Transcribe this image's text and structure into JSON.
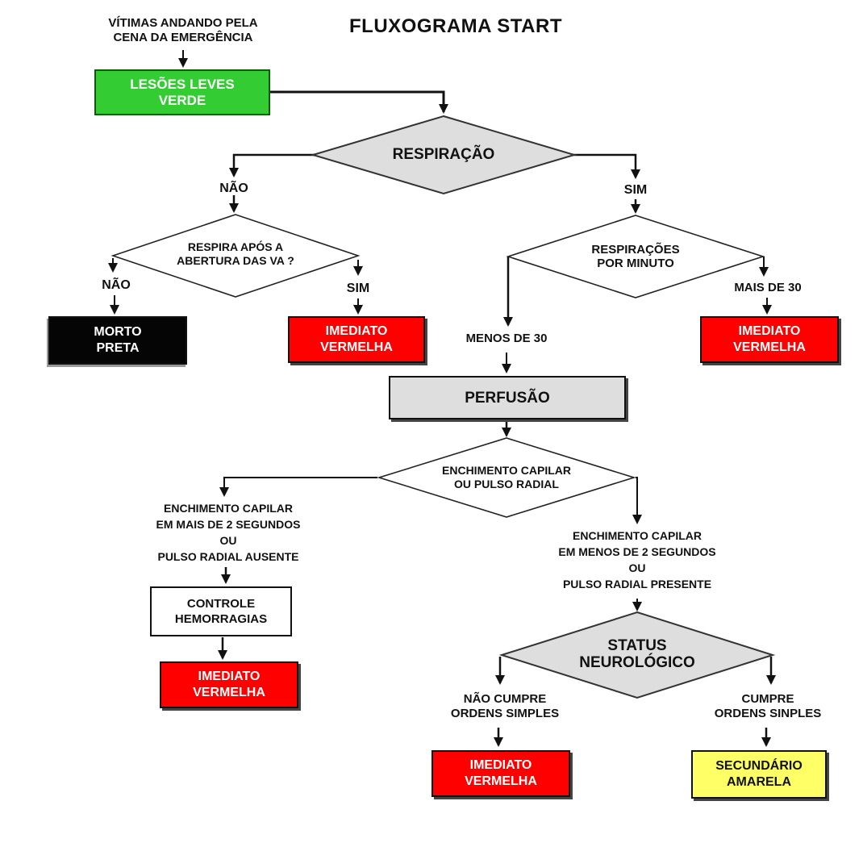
{
  "title": "FLUXOGRAMA START",
  "colors": {
    "green": "#33CC33",
    "red": "#FE0000",
    "yellow": "#FFFF66",
    "gray_fill": "#DEDEDE",
    "black": "#050505",
    "line": "#111111"
  },
  "nodes": {
    "start_label": {
      "line1": "VÍTIMAS ANDANDO  PELA",
      "line2": "CENA DA EMERGÊNCIA"
    },
    "green_box": {
      "line1": "LESÕES LEVES",
      "line2": "VERDE"
    },
    "d_respiracao": {
      "label": "RESPIRAÇÃO"
    },
    "d_respira_apos": {
      "line1": "RESPIRA APÓS A",
      "line2": "ABERTURA DAS VA ?"
    },
    "d_respiracoes_minuto": {
      "line1": "RESPIRAÇÕES",
      "line2": "POR MINUTO"
    },
    "morto_box": {
      "line1": "MORTO",
      "line2": "PRETA"
    },
    "imediato_box1": {
      "line1": "IMEDIATO",
      "line2": "VERMELHA"
    },
    "imediato_box2": {
      "line1": "IMEDIATO",
      "line2": "VERMELHA"
    },
    "perfusao_box": {
      "label": "PERFUSÃO"
    },
    "d_enchimento": {
      "line1": "ENCHIMENTO CAPILAR",
      "line2": "OU PULSO RADIAL"
    },
    "left_condition": {
      "line1": "ENCHIMENTO CAPILAR",
      "line2": "EM MAIS DE 2 SEGUNDOS",
      "line3": "OU",
      "line4": "PULSO RADIAL AUSENTE"
    },
    "controle_box": {
      "line1": "CONTROLE",
      "line2": "HEMORRAGIAS"
    },
    "imediato_box3": {
      "line1": "IMEDIATO",
      "line2": "VERMELHA"
    },
    "right_condition": {
      "line1": "ENCHIMENTO CAPILAR",
      "line2": "EM MENOS DE 2 SEGUNDOS",
      "line3": "OU",
      "line4": "PULSO RADIAL PRESENTE"
    },
    "d_status": {
      "line1": "STATUS",
      "line2": "NEUROLÓGICO"
    },
    "nao_cumpre_label": {
      "line1": "NÃO CUMPRE",
      "line2": "ORDENS SIMPLES"
    },
    "cumpre_label": {
      "line1": "CUMPRE",
      "line2": "ORDENS SINPLES"
    },
    "imediato_box4": {
      "line1": "IMEDIATO",
      "line2": "VERMELHA"
    },
    "secundario_box": {
      "line1": "SECUNDÁRIO",
      "line2": "AMARELA"
    }
  },
  "edge_labels": {
    "nao1": "NÃO",
    "sim1": "SIM",
    "nao2": "NÃO",
    "sim2": "SIM",
    "menos30": "MENOS DE 30",
    "mais30": "MAIS DE 30"
  }
}
